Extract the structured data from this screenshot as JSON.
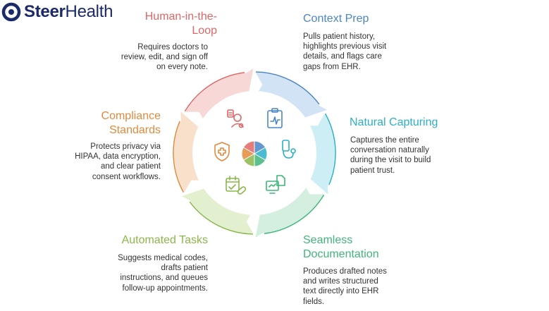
{
  "logo": {
    "brand_bold": "Steer",
    "brand_light": "Health",
    "icon": "steer-logo-ring"
  },
  "center_icon": "pie-segment-icon",
  "segments": [
    {
      "id": "human-in-the-loop",
      "title": "Human-in-the-Loop",
      "title_lines": [
        "Human-in-the-",
        "Loop"
      ],
      "description": "Requires doctors to review, edit, and sign off on every note.",
      "description_lines": [
        "Requires doctors to",
        "review, edit, and sign off",
        "on every note."
      ],
      "color": "#e06666",
      "fill": "#f8d7d7",
      "icon": "doctor-avatar-icon"
    },
    {
      "id": "context-prep",
      "title": "Context Prep",
      "title_lines": [
        "Context Prep"
      ],
      "description": "Pulls patient history, highlights previous visit details, and flags care gaps from EHR.",
      "description_lines": [
        "Pulls patient history,",
        "highlights previous visit",
        "details, and flags care",
        "gaps from EHR."
      ],
      "color": "#4a86c8",
      "fill": "#d3e3f6",
      "icon": "clipboard-chart-icon"
    },
    {
      "id": "natural-capturing",
      "title": "Natural Capturing",
      "title_lines": [
        "Natural Capturing"
      ],
      "description": "Captures the entire conversation naturally during the visit to build patient trust.",
      "description_lines": [
        "Captures the entire",
        "conversation naturally",
        "during the visit to build",
        "patient trust."
      ],
      "color": "#2bb0c8",
      "fill": "#cdeef4",
      "icon": "stethoscope-device-icon"
    },
    {
      "id": "seamless-documentation",
      "title": "Seamless Documentation",
      "title_lines": [
        "Seamless",
        "Documentation"
      ],
      "description": "Produces drafted notes and writes structured text directly into EHR fields.",
      "description_lines": [
        "Produces drafted notes",
        "and writes structured",
        "text directly into EHR",
        "fields."
      ],
      "color": "#3fb57a",
      "fill": "#d4efdf",
      "icon": "monitor-document-icon"
    },
    {
      "id": "automated-tasks",
      "title": "Automated Tasks",
      "title_lines": [
        "Automated Tasks"
      ],
      "description": "Suggests medical codes, drafts patient instructions, and queues follow-up appointments.",
      "description_lines": [
        "Suggests medical codes,",
        "drafts patient",
        "instructions, and queues",
        "follow-up appointments."
      ],
      "color": "#8ab84a",
      "fill": "#e3f0d0",
      "icon": "calendar-pill-icon"
    },
    {
      "id": "compliance-standards",
      "title": "Compliance Standards",
      "title_lines": [
        "Compliance",
        "Standards"
      ],
      "description": "Protects privacy via HIPAA, data encryption, and clear patient consent workflows.",
      "description_lines": [
        "Protects privacy via",
        "HIPAA, data encryption,",
        "and clear patient",
        "consent workflows."
      ],
      "color": "#e28a3c",
      "fill": "#f9e0cb",
      "icon": "shield-cross-icon"
    }
  ]
}
